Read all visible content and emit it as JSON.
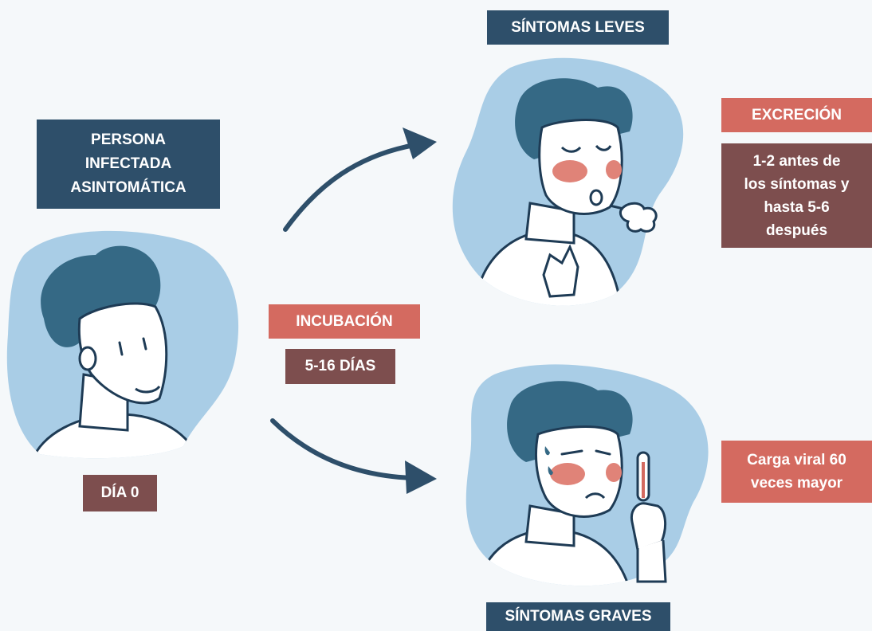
{
  "left": {
    "title": "PERSONA INFECTADA ASINTOMÁTICA",
    "day": "DÍA 0"
  },
  "middle": {
    "incubation_label": "INCUBACIÓN",
    "incubation_days": "5-16 DÍAS"
  },
  "top_right": {
    "title": "SÍNTOMAS LEVES",
    "excretion_label": "EXCRECIÓN",
    "excretion_detail": "1-2 antes de los síntomas y hasta 5-6 después"
  },
  "bottom_right": {
    "title": "SÍNTOMAS GRAVES",
    "viral_load": "Carga viral 60 veces mayor"
  },
  "colors": {
    "navy": "#2e4f6a",
    "coral": "#d46a60",
    "maroon": "#7d4e4e",
    "blob": "#a9cde6",
    "hair": "#356985"
  }
}
